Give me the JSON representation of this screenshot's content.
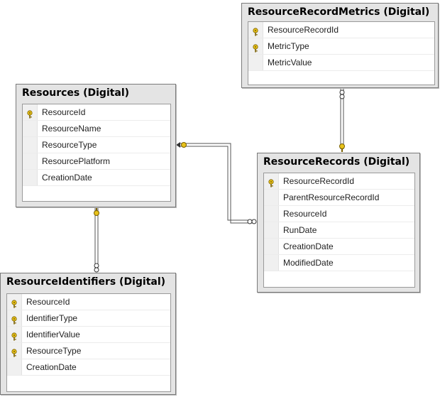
{
  "tables": {
    "metrics": {
      "title": "ResourceRecordMetrics (Digital)",
      "columns": [
        {
          "name": "ResourceRecordId",
          "key": true
        },
        {
          "name": "MetricType",
          "key": true
        },
        {
          "name": "MetricValue",
          "key": false
        }
      ]
    },
    "resources": {
      "title": "Resources (Digital)",
      "columns": [
        {
          "name": "ResourceId",
          "key": true
        },
        {
          "name": "ResourceName",
          "key": false
        },
        {
          "name": "ResourceType",
          "key": false
        },
        {
          "name": "ResourcePlatform",
          "key": false
        },
        {
          "name": "CreationDate",
          "key": false
        }
      ]
    },
    "records": {
      "title": "ResourceRecords (Digital)",
      "columns": [
        {
          "name": "ResourceRecordId",
          "key": true
        },
        {
          "name": "ParentResourceRecordId",
          "key": false
        },
        {
          "name": "ResourceId",
          "key": false
        },
        {
          "name": "RunDate",
          "key": false
        },
        {
          "name": "CreationDate",
          "key": false
        },
        {
          "name": "ModifiedDate",
          "key": false
        }
      ]
    },
    "identifiers": {
      "title": "ResourceIdentifiers (Digital)",
      "columns": [
        {
          "name": "ResourceId",
          "key": true
        },
        {
          "name": "IdentifierType",
          "key": true
        },
        {
          "name": "IdentifierValue",
          "key": true
        },
        {
          "name": "ResourceType",
          "key": true
        },
        {
          "name": "CreationDate",
          "key": false
        }
      ]
    }
  },
  "colors": {
    "key_icon": "#e8c21a",
    "line": "#444444"
  },
  "icons": {
    "primary_key": "key-icon",
    "one_end": "key-icon",
    "many_end": "infinity-icon"
  }
}
